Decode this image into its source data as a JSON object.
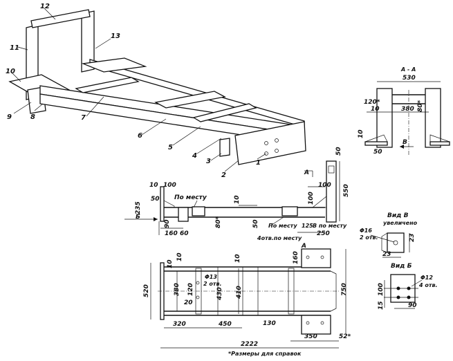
{
  "parts": [
    "1",
    "2",
    "3",
    "4",
    "5",
    "6",
    "7",
    "8",
    "9",
    "10",
    "11",
    "12",
    "13"
  ],
  "side_view": {
    "d10": "10",
    "d100": "100",
    "d50a": "50",
    "d235": "235",
    "d90": "90",
    "d160": "160",
    "d60": "60",
    "po_mestu1": "По месту",
    "d10b": "10",
    "d80": "80*",
    "d50b": "50",
    "po_mestu2": "По месту",
    "d125": "125",
    "v_mestu": "В по месту",
    "d250": "250",
    "d100b": "100",
    "d100c": "100",
    "d550": "550",
    "d50c": "50",
    "a_mark": "А",
    "b_arrow": "Б",
    "holes": "4отв.по месту"
  },
  "plan_view": {
    "d10a": "10",
    "d10b": "10",
    "d10c": "10",
    "d520": "520",
    "d380": "380",
    "d120": "120",
    "d20": "20",
    "hole": "Φ13",
    "hole_count": "2 отв.",
    "d430": "430",
    "d410": "410",
    "d160": "160",
    "d750": "750",
    "d320": "320",
    "d450": "450",
    "d130": "130",
    "d350": "350",
    "d52": "52*",
    "d2222": "2222",
    "a_mark": "А",
    "note": "*Размеры для справок"
  },
  "section_aa": {
    "title": "А - А",
    "d530": "530",
    "d120": "120*",
    "d10": "10",
    "d380": "380",
    "d80": "80*",
    "d10b": "10",
    "d50": "50",
    "b_mark": "В"
  },
  "view_v": {
    "title": "Вид В",
    "subtitle": "увеличено",
    "hole": "Φ16",
    "hole_count": "2 отв.",
    "d23a": "23",
    "d23b": "23"
  },
  "view_b": {
    "title": "Вид Б",
    "hole": "Φ12",
    "hole_count": "4 отв.",
    "d100": "100",
    "d15": "15",
    "d90": "90"
  }
}
